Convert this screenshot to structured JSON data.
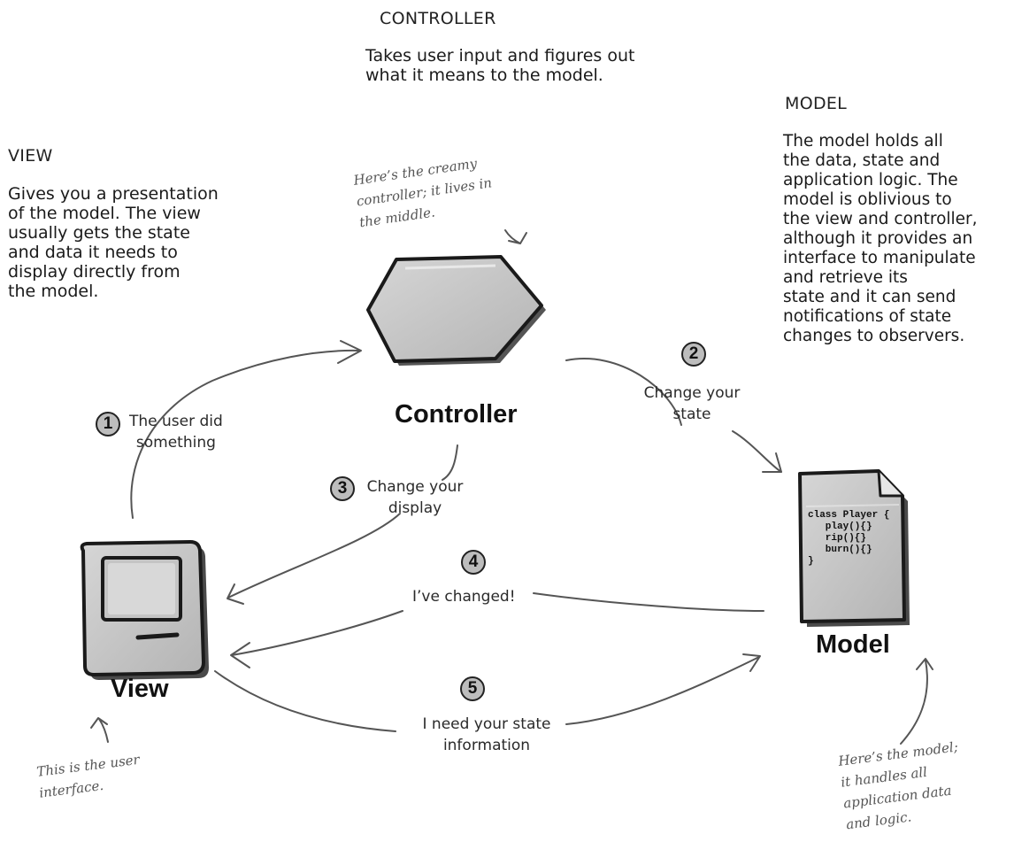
{
  "controller": {
    "heading": "CONTROLLER",
    "description": [
      "Takes user input and figures out",
      "what it means to the model."
    ],
    "label": "Controller",
    "note": [
      "Here’s the creamy",
      "controller; it lives in",
      "the middle."
    ]
  },
  "view": {
    "heading": "VIEW",
    "description": [
      "Gives you a presentation",
      "of the model. The view",
      "usually gets the state",
      "and data it needs to",
      "display directly from",
      "the model."
    ],
    "label": "View",
    "note": [
      "This is the user",
      "interface."
    ]
  },
  "model": {
    "heading": "MODEL",
    "description": [
      "The model holds all",
      "the data, state and",
      "application logic.  The",
      "model is oblivious to",
      "the view and controller,",
      "although it provides an",
      "interface to manipulate",
      "and retrieve its",
      "state and it can send",
      "notifications of state",
      "changes to observers."
    ],
    "label": "Model",
    "note": [
      "Here’s the model;",
      "it handles all",
      "application data",
      "and logic."
    ],
    "code": [
      "class Player {",
      "   play(){}",
      "   rip(){}",
      "   burn(){}",
      "}"
    ]
  },
  "steps": [
    {
      "number": "1",
      "text": [
        "The user did",
        "something"
      ]
    },
    {
      "number": "2",
      "text": [
        "Change your",
        "state"
      ]
    },
    {
      "number": "3",
      "text": [
        "Change your",
        "display"
      ]
    },
    {
      "number": "4",
      "text": [
        "I’ve changed!"
      ]
    },
    {
      "number": "5",
      "text": [
        "I need your state",
        "information"
      ]
    }
  ]
}
